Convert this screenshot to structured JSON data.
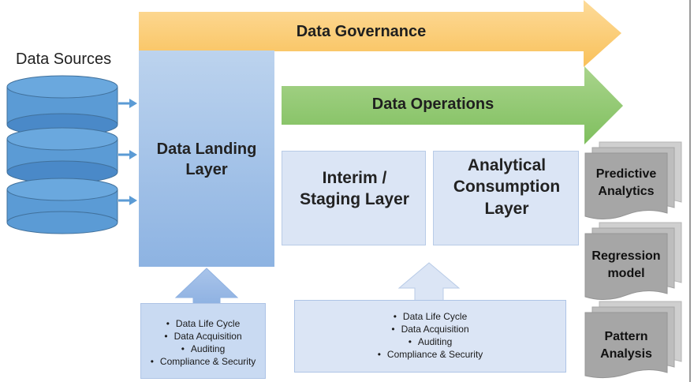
{
  "diagram": {
    "governance": {
      "label": "Data Governance"
    },
    "operations": {
      "label": "Data Operations"
    },
    "sources": {
      "title": "Data Sources"
    },
    "landing": {
      "line1": "Data Landing",
      "line2": "Layer"
    },
    "interim": {
      "line1": "Interim /",
      "line2": "Staging Layer"
    },
    "consumption": {
      "line1": "Analytical",
      "line2": "Consumption",
      "line3": "Layer"
    },
    "left_practices": [
      "Data Life Cycle",
      "Data Acquisition",
      "Auditing",
      "Compliance & Security"
    ],
    "middle_practices": [
      "Data Life Cycle",
      "Data Acquisition",
      "Auditing",
      "Compliance & Security"
    ],
    "outputs": [
      {
        "line1": "Predictive",
        "line2": "Analytics"
      },
      {
        "line1": "Regression",
        "line2": "model"
      },
      {
        "line1": "Pattern",
        "line2": "Analysis"
      }
    ]
  },
  "colors": {
    "governance": "#fcc96f",
    "operations": "#8cc66b",
    "database": "#5b9bd5",
    "database_edge": "#41719c",
    "landing": "#9dbde6",
    "staging": "#dbe5f5",
    "document": "#a6a6a6"
  }
}
